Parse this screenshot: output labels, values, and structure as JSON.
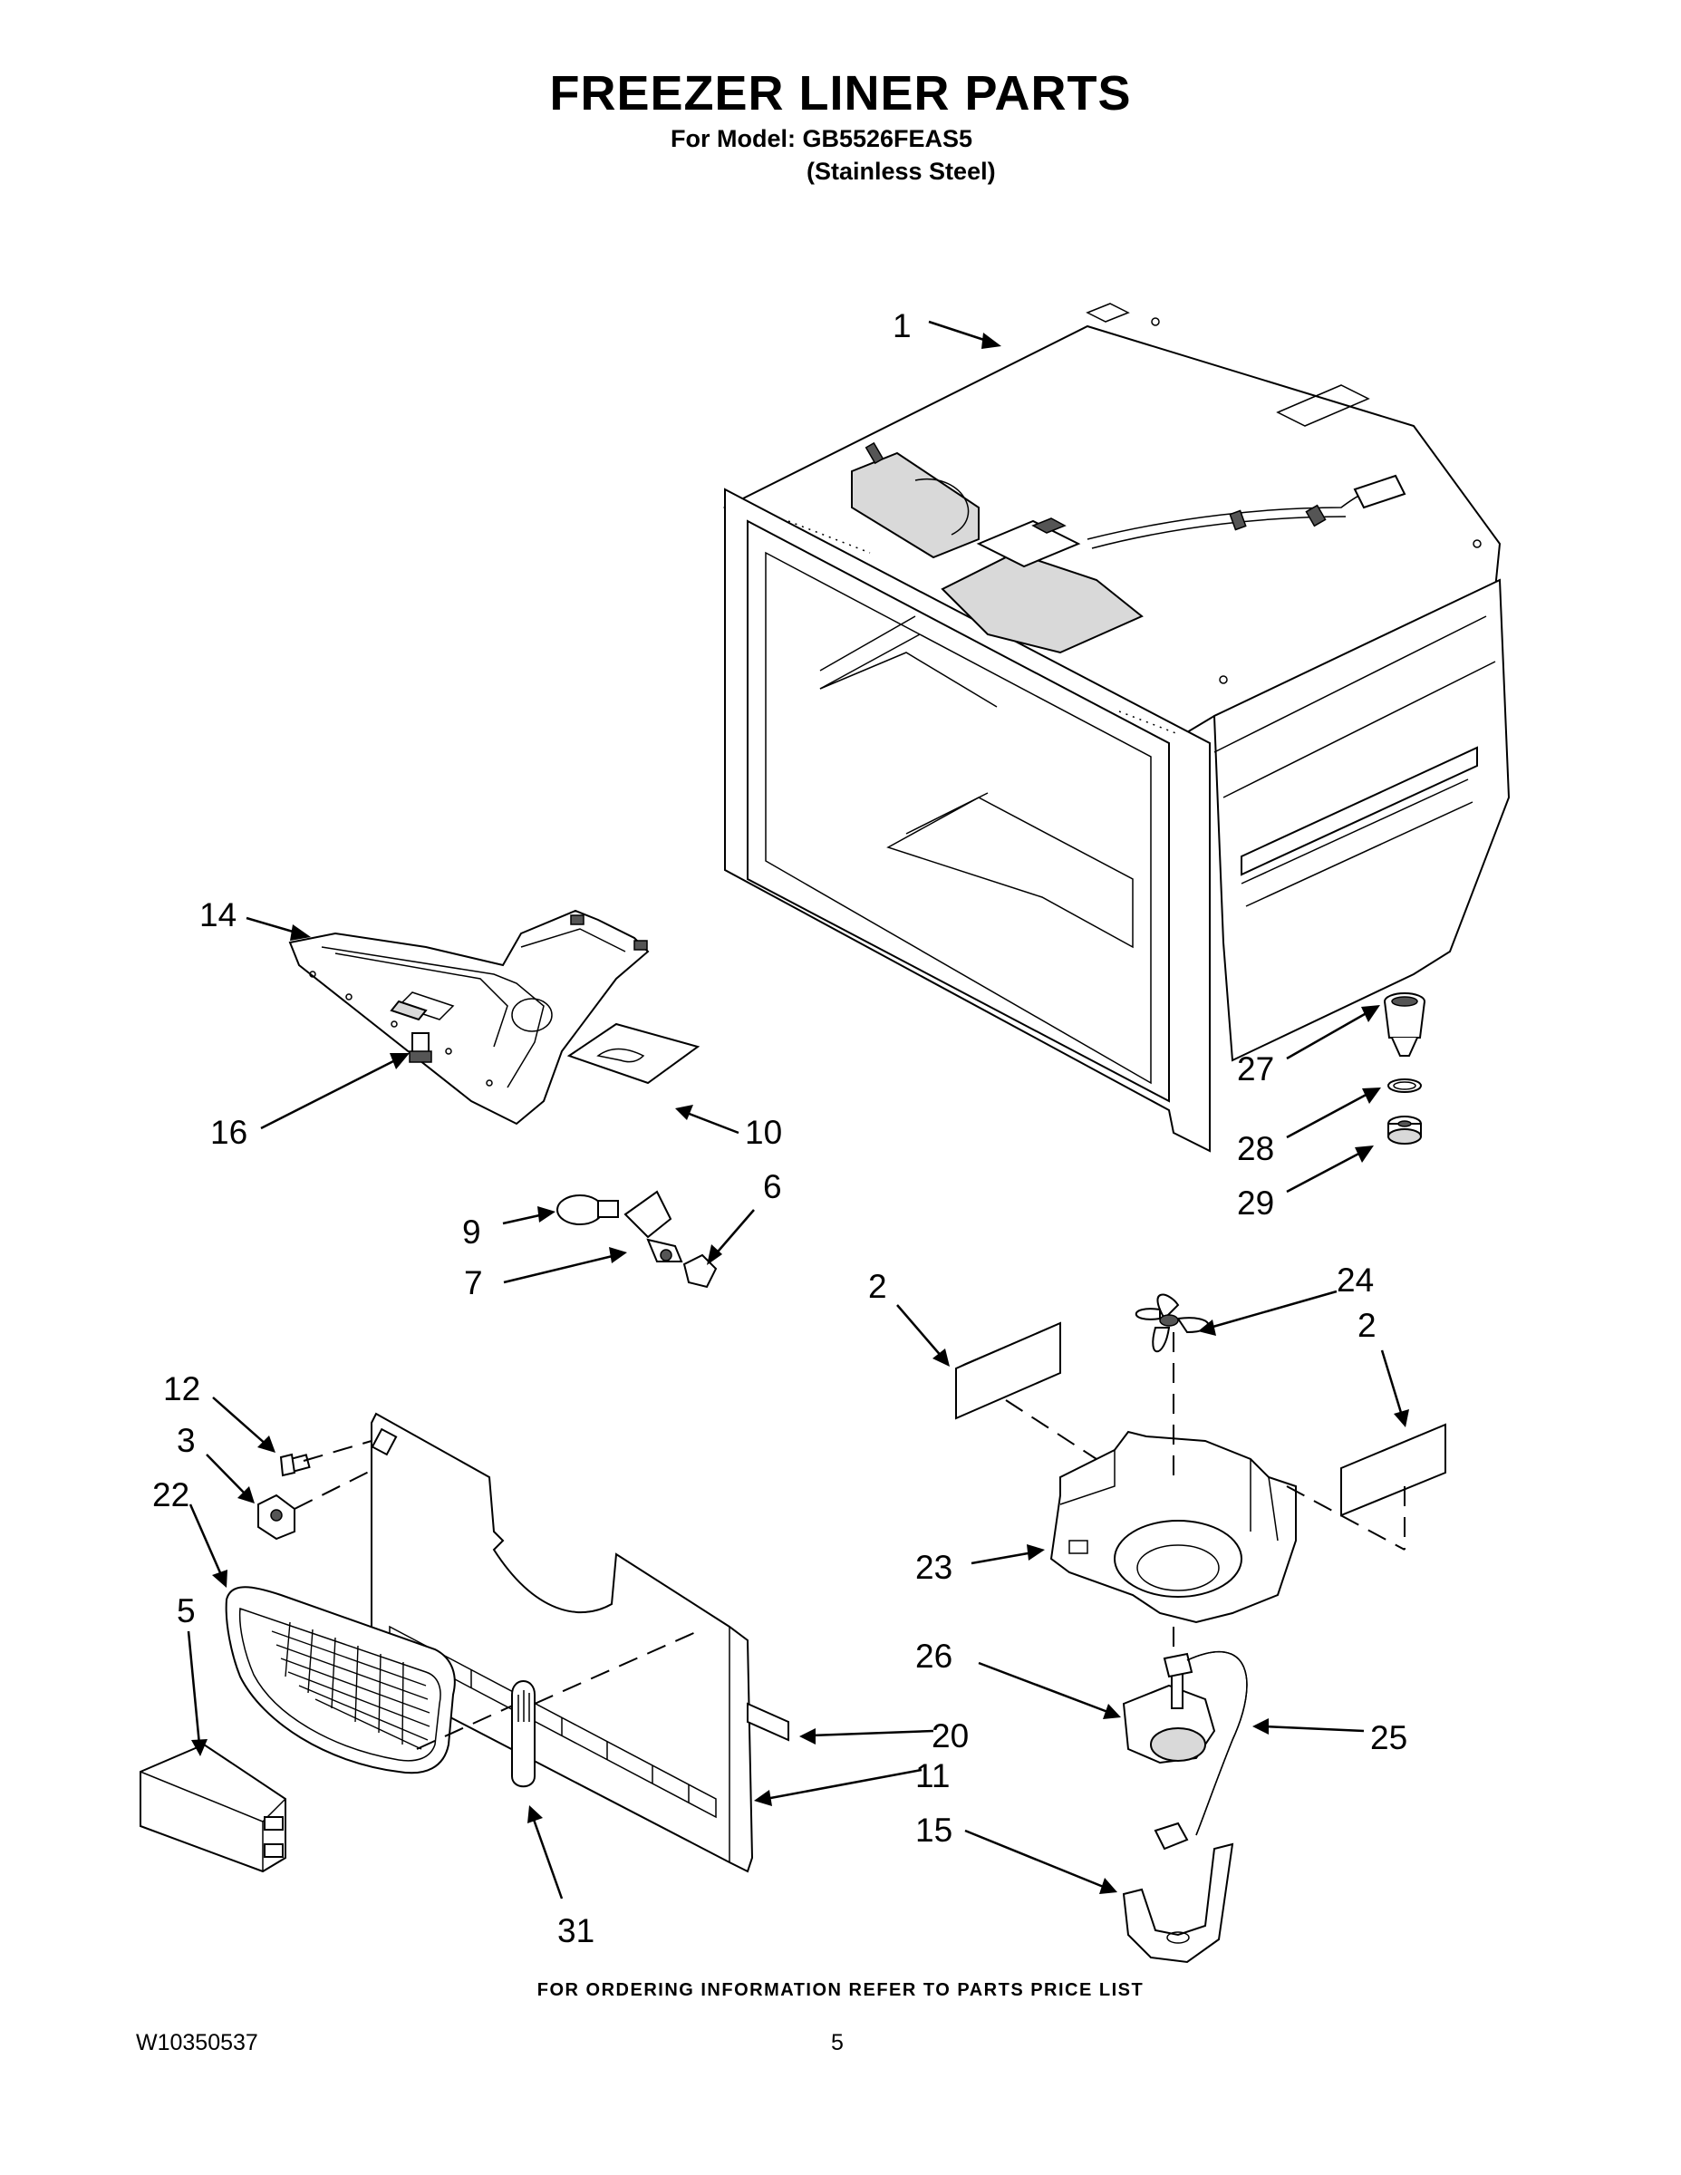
{
  "header": {
    "title": "FREEZER LINER PARTS",
    "model_line": "For Model: GB5526FEAS5",
    "finish_line": "(Stainless Steel)"
  },
  "footer": {
    "ordering_note": "FOR ORDERING INFORMATION REFER TO PARTS PRICE LIST",
    "document_number": "W10350537",
    "page_number": "5"
  },
  "callouts": {
    "p1": "1",
    "p14": "14",
    "p16": "16",
    "p10": "10",
    "p9": "9",
    "p7": "7",
    "p6": "6",
    "p27": "27",
    "p28": "28",
    "p29": "29",
    "p2a": "2",
    "p24": "24",
    "p2b": "2",
    "p12": "12",
    "p3": "3",
    "p22": "22",
    "p5": "5",
    "p23": "23",
    "p26": "26",
    "p20": "20",
    "p25": "25",
    "p11": "11",
    "p15": "15",
    "p31": "31"
  }
}
